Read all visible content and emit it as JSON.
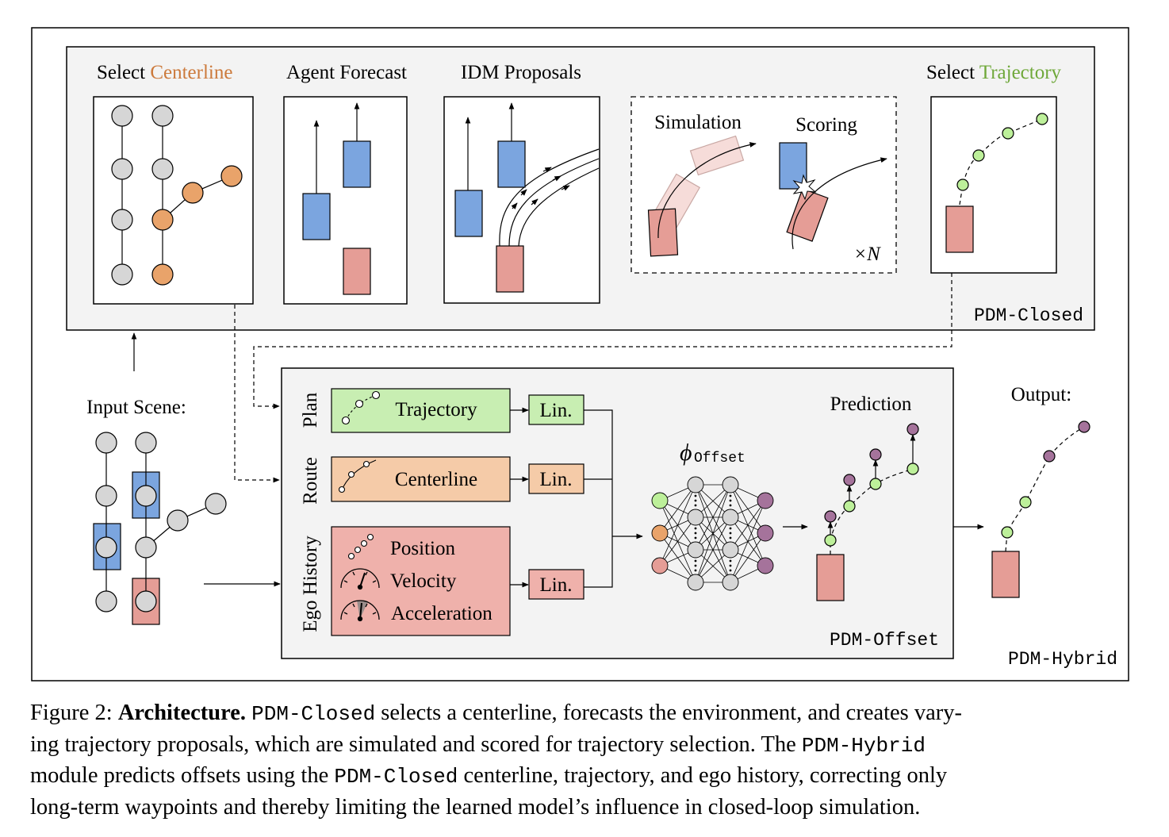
{
  "colors": {
    "orange": "#CC7A3C",
    "green": "#6FA83A",
    "blue": "#7BA5DF",
    "red": "#E59D96",
    "node_gray": "#D6D6D6",
    "node_orange": "#E9A36A",
    "node_green": "#BDF09A",
    "node_purple": "#A5739B",
    "panel_bg": "#F3F3F3",
    "plan_box": "#C8EEB2",
    "route_box": "#F5CBA8",
    "ego_box": "#EFB1AB"
  },
  "pdm_closed": {
    "label": "PDM-Closed",
    "select_centerline": {
      "prefix": "Select ",
      "highlight": "Centerline"
    },
    "agent_forecast": "Agent Forecast",
    "idm_proposals": "IDM Proposals",
    "simulation": "Simulation",
    "scoring": "Scoring",
    "times_n": "×N",
    "select_trajectory": {
      "prefix": "Select ",
      "highlight": "Trajectory"
    }
  },
  "input_scene": "Input Scene:",
  "pdm_offset": {
    "label": "PDM-Offset",
    "side_plan": "Plan",
    "side_route": "Route",
    "side_ego": "Ego History",
    "trajectory": "Trajectory",
    "centerline": "Centerline",
    "position": "Position",
    "velocity": "Velocity",
    "acceleration": "Acceleration",
    "lin": "Lin.",
    "phi": "ϕ",
    "phi_sub": "Offset",
    "prediction": "Prediction"
  },
  "output": "Output:",
  "pdm_hybrid": "PDM-Hybrid",
  "caption": {
    "fig": "Figure 2: ",
    "bold": "Architecture.",
    "t1_code": "PDM-Closed",
    "t1_text": " selects a centerline, forecasts the environment, and creates vary-",
    "t2_text": "ing trajectory proposals, which are simulated and scored for trajectory selection. The ",
    "t2_code": "PDM-Hybrid",
    "t3_a": "module predicts offsets using the ",
    "t3_code": "PDM-Closed",
    "t3_b": " centerline, trajectory, and ego history, correcting only",
    "t4": "long-term waypoints and thereby limiting the learned model’s influence in closed-loop simulation."
  }
}
